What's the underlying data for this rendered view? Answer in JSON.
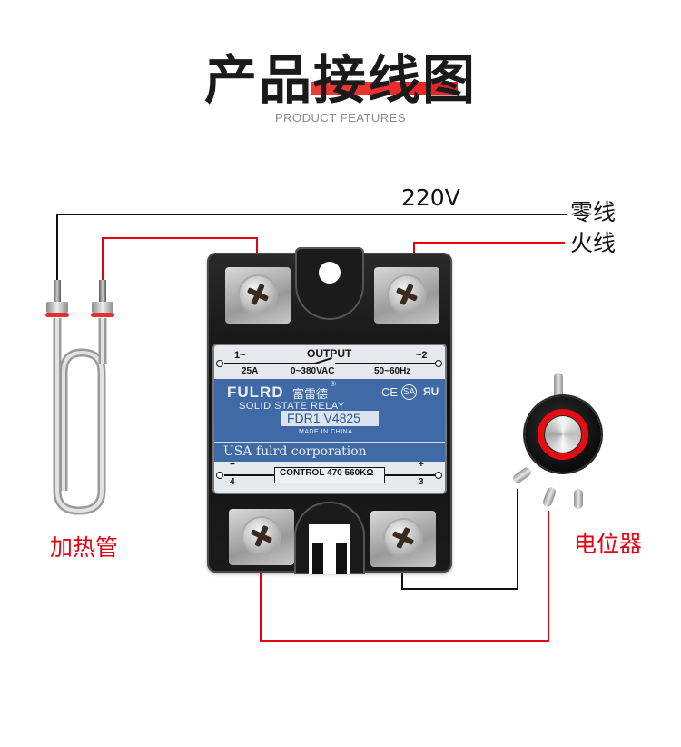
{
  "header": {
    "title": "产品接线图",
    "subtitle": "PRODUCT FEATURES",
    "accent_color": "#e8211f"
  },
  "labels": {
    "voltage": "220V",
    "neutral_wire": "零线",
    "live_wire": "火线",
    "heater": "加热管",
    "potentiometer": "电位器"
  },
  "wire_colors": {
    "black": "#111111",
    "red": "#e60012"
  },
  "relay": {
    "output_label": "OUTPUT",
    "term1": "1~",
    "term2": "~2",
    "current": "25A",
    "voltage_range": "0~380VAC",
    "frequency": "50~60Hz",
    "brand": "FULRD",
    "brand_cn": "富雷德",
    "registered": "®",
    "product_type": "SOLID STATE RELAY",
    "cert_ce": "CE",
    "cert_csa": "SA",
    "cert_ul": "ЯU",
    "model": "FDR1 V4825",
    "origin": "MADE IN CHINA",
    "company": "USA fulrd corporation",
    "control_label": "CONTROL 470 560KΩ",
    "minus": "−",
    "plus": "+",
    "term4": "4",
    "term3": "3",
    "panel_color": "#3f6aa6"
  }
}
